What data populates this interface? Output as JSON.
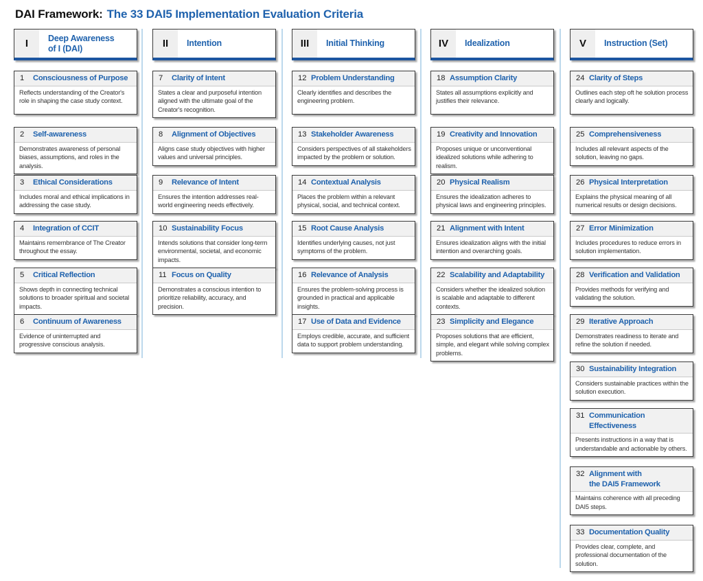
{
  "page_title": {
    "prefix": "DAI Framework:",
    "rest": "The 33 DAI5 Implementation Evaluation Criteria"
  },
  "colors": {
    "accent_blue": "#1f62ad",
    "header_underline_blue": "#1c55a0",
    "divider_blue": "#bcd8ec",
    "card_border": "#3a3a3a",
    "title_row_bg": "#f1f1f1",
    "numeral_bg": "#efefef",
    "body_text": "#333333"
  },
  "columns": [
    {
      "numeral": "I",
      "title": "Deep Awareness\nof I (DAI)",
      "cards": [
        {
          "number": "1",
          "title": "Consciousness of Purpose",
          "description": "Reflects understanding of the Creator's role in shaping the case study context."
        },
        {
          "number": "2",
          "title": "Self-awareness",
          "description": "Demonstrates awareness of personal biases, assumptions, and roles in the analysis."
        },
        {
          "number": "3",
          "title": "Ethical Considerations",
          "description": "Includes moral and ethical implications in addressing the case study."
        },
        {
          "number": "4",
          "title": "Integration of CCIT",
          "description": "Maintains remembrance of The Creator throughout the essay."
        },
        {
          "number": "5",
          "title": "Critical Reflection",
          "description": "Shows depth in connecting technical solutions to broader spiritual and societal impacts."
        },
        {
          "number": "6",
          "title": "Continuum of Awareness",
          "description": "Evidence of uninterrupted and progressive conscious analysis."
        }
      ]
    },
    {
      "numeral": "II",
      "title": "Intention",
      "cards": [
        {
          "number": "7",
          "title": "Clarity of Intent",
          "description": "States a clear and purposeful intention aligned with the ultimate goal of the Creator's recognition."
        },
        {
          "number": "8",
          "title": "Alignment of Objectives",
          "description": "Aligns case study objectives with higher values and universal principles."
        },
        {
          "number": "9",
          "title": "Relevance of Intent",
          "description": "Ensures the intention addresses real-world engineering needs effectively."
        },
        {
          "number": "10",
          "title": "Sustainability Focus",
          "description": "Intends solutions that consider long-term environmental, societal, and economic impacts."
        },
        {
          "number": "11",
          "title": "Focus on Quality",
          "description": "Demonstrates a conscious intention to prioritize reliability, accuracy, and precision."
        }
      ]
    },
    {
      "numeral": "III",
      "title": "Initial Thinking",
      "cards": [
        {
          "number": "12",
          "title": "Problem Understanding",
          "description": "Clearly identifies and describes the engineering problem."
        },
        {
          "number": "13",
          "title": "Stakeholder Awareness",
          "description": "Considers perspectives of all stakeholders impacted by the problem or solution."
        },
        {
          "number": "14",
          "title": "Contextual Analysis",
          "description": "Places the problem within a relevant physical, social, and technical context."
        },
        {
          "number": "15",
          "title": "Root Cause Analysis",
          "description": "Identifies underlying causes, not just symptoms of the problem."
        },
        {
          "number": "16",
          "title": "Relevance of Analysis",
          "description": "Ensures the problem-solving process is grounded in practical and applicable insights."
        },
        {
          "number": "17",
          "title": "Use of Data and Evidence",
          "description": "Employs credible, accurate, and sufficient data to support problem understanding."
        }
      ]
    },
    {
      "numeral": "IV",
      "title": "Idealization",
      "cards": [
        {
          "number": "18",
          "title": "Assumption Clarity",
          "description": "States all assumptions explicitly and justifies their relevance."
        },
        {
          "number": "19",
          "title": "Creativity and Innovation",
          "description": "Proposes unique or unconventional idealized solutions while adhering to realism."
        },
        {
          "number": "20",
          "title": "Physical Realism",
          "description": "Ensures the idealization adheres to physical laws and engineering principles."
        },
        {
          "number": "21",
          "title": "Alignment with Intent",
          "description": "Ensures idealization aligns with the initial intention and overarching goals."
        },
        {
          "number": "22",
          "title": "Scalability and Adaptability",
          "description": "Considers whether the idealized solution is scalable and adaptable to different contexts."
        },
        {
          "number": "23",
          "title": "Simplicity and Elegance",
          "description": "Proposes solutions that are efficient, simple, and elegant while solving complex problems."
        }
      ]
    },
    {
      "numeral": "V",
      "title": "Instruction (Set)",
      "cards": [
        {
          "number": "24",
          "title": "Clarity of Steps",
          "description": "Outlines each step oft he solution process clearly and logically."
        },
        {
          "number": "25",
          "title": "Comprehensiveness",
          "description": "Includes all relevant aspects of the solution, leaving no gaps."
        },
        {
          "number": "26",
          "title": "Physical Interpretation",
          "description": "Explains the physical meaning of all numerical results or design decisions."
        },
        {
          "number": "27",
          "title": "Error Minimization",
          "description": "Includes procedures to reduce errors in solution implementation."
        },
        {
          "number": "28",
          "title": "Verification and Validation",
          "description": "Provides methods for verifying and validating the solution."
        },
        {
          "number": "29",
          "title": "Iterative Approach",
          "description": "Demonstrates readiness to iterate and refine the solution if needed."
        },
        {
          "number": "30",
          "title": "Sustainability Integration",
          "description": "Considers sustainable practices within the solution execution."
        },
        {
          "number": "31",
          "title": "Communication\nEffectiveness",
          "description": "Presents instructions in a way that is understandable and actionable by others."
        },
        {
          "number": "32",
          "title": "Alignment with\nthe DAI5 Framework",
          "description": "Maintains coherence with all preceding DAI5 steps."
        },
        {
          "number": "33",
          "title": "Documentation Quality",
          "description": "Provides clear, complete, and professional documentation of the solution."
        }
      ]
    }
  ]
}
